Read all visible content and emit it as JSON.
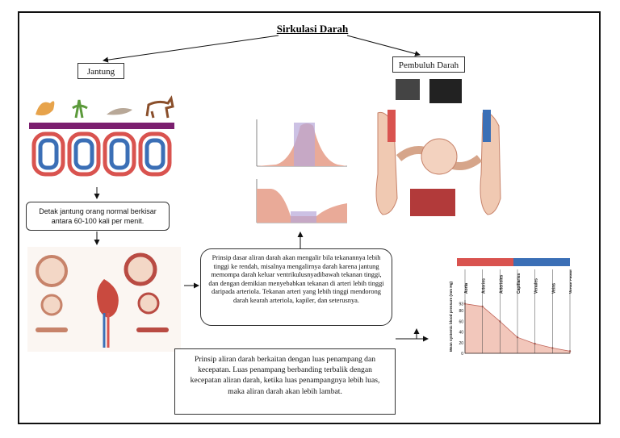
{
  "title": "Sirkulasi Darah",
  "left_branch": {
    "label": "Jantung"
  },
  "right_branch": {
    "label": "Pembuluh Darah"
  },
  "heart_rate_note": "Detak jantung orang normal berkisar antara 60-100 kali per menit.",
  "pressure_principle": "Prinsip dasar aliran darah akan mengalir bila tekanannya lebih tinggi ke rendah, misalnya mengalirnya darah karena jantung memompa darah keluar ventrikulusnyadibawah tekanan tinggi, dan dengan demikian menyebabkan tekanan di arteri lebih tinggi daripada arteriola. Tekanan arteri yang lebih tinggi mendorong darah kearah arteriola, kapiler, dan seterusnya.",
  "area_principle": "Prinsip aliran darah berkaitan dengan luas penampang dan kecepatan. Luas penampang berbanding terbalik dengan kecepatan aliran darah, ketika luas penampangnya lebih luas, maka aliran darah akan lebih lambat.",
  "colors": {
    "artery_red": "#d9534f",
    "vein_blue": "#3b6fb6",
    "capillary_purple": "#8a6bbf",
    "pressure_fill": "#f2c7bb"
  },
  "chart_data": {
    "type": "area",
    "title": "",
    "ylabel": "Mean systemic blood pressure (mm Hg)",
    "xlabel": "",
    "categories": [
      "Aorta",
      "Arteries",
      "Arterioles",
      "Capillaries",
      "Venules",
      "Veins",
      "Venae cavae"
    ],
    "y_ticks": [
      0,
      20,
      40,
      60,
      80,
      93
    ],
    "ylim": [
      0,
      100
    ],
    "series": [
      {
        "values": [
          93,
          88,
          60,
          30,
          18,
          10,
          4
        ]
      }
    ],
    "grid": false
  }
}
